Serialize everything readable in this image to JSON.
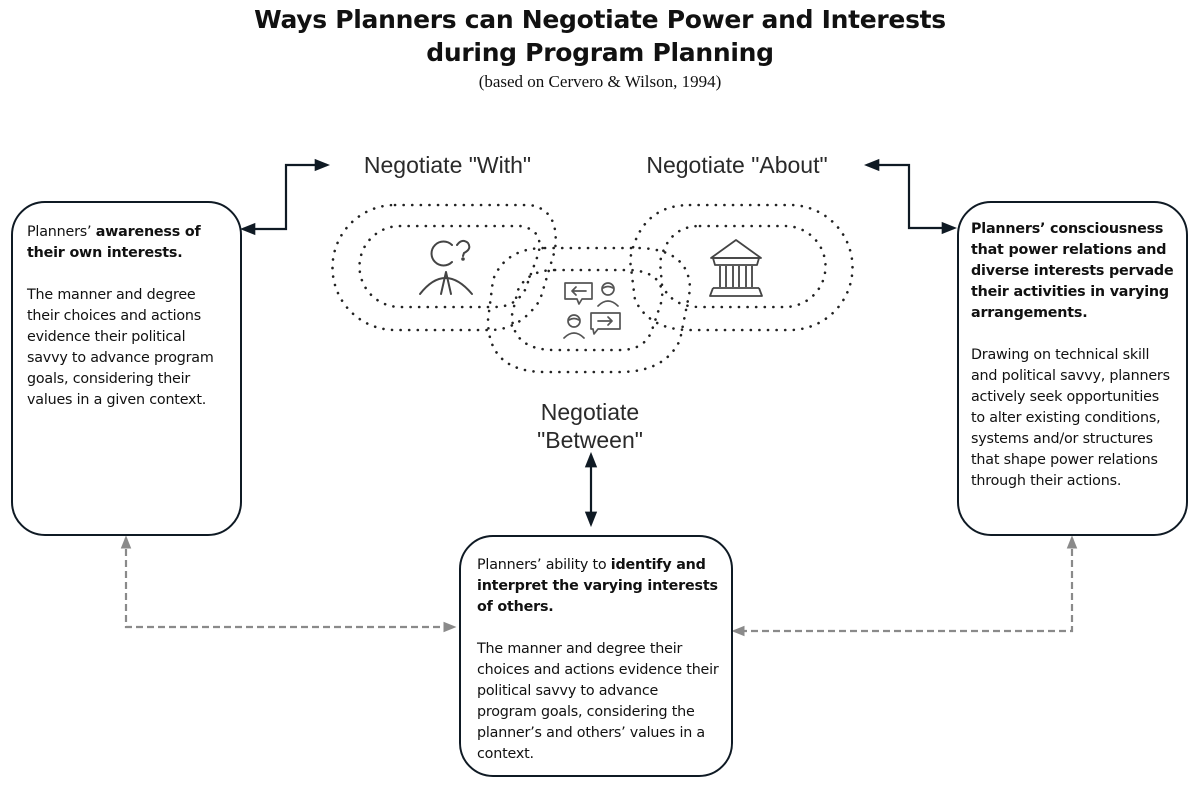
{
  "title": {
    "line1": "Ways Planners can Negotiate Power and Interests",
    "line2": "during Program Planning",
    "subtitle": "(based on Cervero & Wilson, 1994)"
  },
  "labels": {
    "with": "Negotiate \"With\"",
    "about": "Negotiate \"About\"",
    "between_line1": "Negotiate",
    "between_line2": "\"Between\""
  },
  "boxes": {
    "left": {
      "lead_plain": "Planners’ ",
      "lead_bold": "awareness of their own interests.",
      "body": "The manner and degree their choices and actions evidence their political savvy to advance program goals, considering their values in  a given context."
    },
    "right": {
      "lead_bold": "Planners’ consciousness that power relations and diverse interests pervade their activities in varying arrangements.",
      "body": "Drawing on technical skill and political savvy, planners actively seek opportunities to alter existing conditions, systems and/or structures that shape power relations through their actions."
    },
    "center": {
      "lead_plain": "Planners’ ability to ",
      "lead_bold": "identify and interpret the varying interests of others.",
      "body": "The manner and degree their choices and actions evidence their political savvy to advance program goals, considering  the planner’s and others’ values in a context."
    }
  },
  "icons": {
    "left_link": "person-question-icon",
    "center_link": "people-conversation-icon",
    "right_link": "institution-building-icon"
  },
  "colors": {
    "box_border": "#0f1a24",
    "solid_arrow": "#0f1a24",
    "dashed_arrow": "#8a8a8a",
    "chain_dots": "#222222",
    "icon_stroke": "#444444"
  }
}
